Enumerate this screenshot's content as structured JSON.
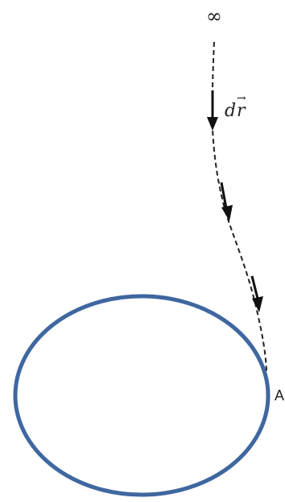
{
  "labels": {
    "infinity": "∞",
    "displacement_d": "d",
    "displacement_r": "r",
    "vector_arrow": "→",
    "point": "A"
  },
  "colors": {
    "ellipse_stroke": "#3f67a0",
    "path_stroke": "#222222",
    "arrow_fill": "#111111",
    "text": "#222222"
  },
  "icons": {
    "arrowheads": "triangle-arrow-down"
  }
}
